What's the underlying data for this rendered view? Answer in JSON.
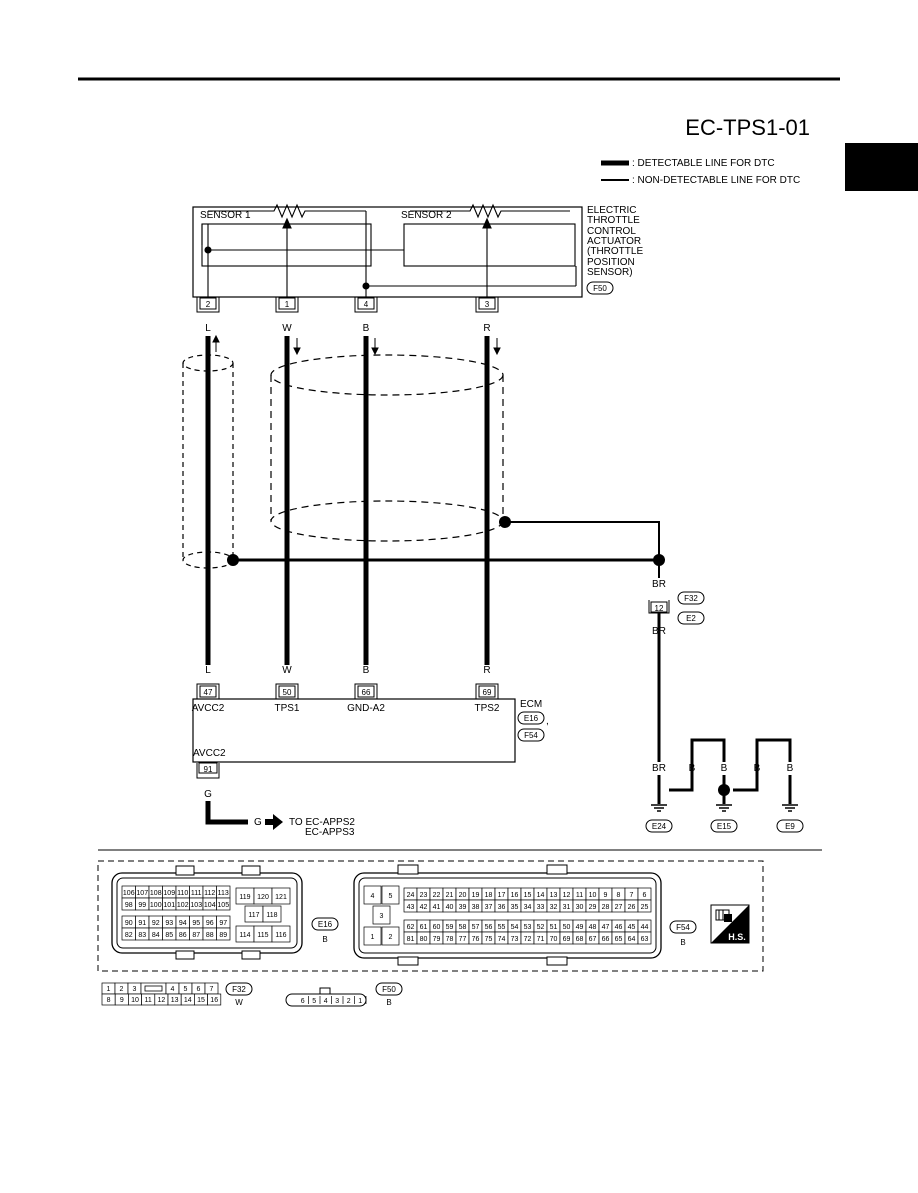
{
  "page": {
    "diagram_id": "EC-TPS1-01"
  },
  "legend": {
    "detectable": ": DETECTABLE LINE FOR DTC",
    "non_detectable": ": NON-DETECTABLE LINE FOR DTC"
  },
  "actuator": {
    "sensor1": "SENSOR 1",
    "sensor2": "SENSOR 2",
    "title_lines": [
      "ELECTRIC",
      "THROTTLE",
      "CONTROL",
      "ACTUATOR",
      "(THROTTLE",
      "POSITION",
      "SENSOR)"
    ],
    "connector": "F50",
    "pins": [
      "2",
      "1",
      "4",
      "3"
    ],
    "pin_colors": [
      "L",
      "W",
      "B",
      "R"
    ]
  },
  "ecm": {
    "title": "ECM",
    "connectors": [
      "E16",
      ",",
      "F54"
    ],
    "pins": [
      "47",
      "50",
      "66",
      "69"
    ],
    "pin_colors": [
      "L",
      "W",
      "B",
      "R"
    ],
    "terminals": [
      "AVCC2",
      "TPS1",
      "GND-A2",
      "TPS2"
    ],
    "lower_terminal": "AVCC2",
    "lower_pin": "91",
    "lower_color": "G",
    "to_color": "G",
    "to_refs": [
      "TO EC-APPS2",
      "EC-APPS3"
    ]
  },
  "joint": {
    "color_top": "BR",
    "pin": "12",
    "connectors": [
      "F32",
      "E2"
    ],
    "color_bottom": "BR"
  },
  "grounds": {
    "colors": [
      "BR",
      "B",
      "B",
      "B",
      "B"
    ],
    "labels": [
      "E24",
      "E15",
      "E9"
    ]
  },
  "connector_views": {
    "e16": {
      "label": "E16",
      "color": "B",
      "rows": [
        [
          "106",
          "107",
          "108",
          "109",
          "110",
          "111",
          "112",
          "113"
        ],
        [
          "98",
          "99",
          "100",
          "101",
          "102",
          "103",
          "104",
          "105"
        ],
        [
          "90",
          "91",
          "92",
          "93",
          "94",
          "95",
          "96",
          "97"
        ],
        [
          "82",
          "83",
          "84",
          "85",
          "86",
          "87",
          "88",
          "89"
        ]
      ],
      "right_top": [
        "119",
        "120",
        "121"
      ],
      "right_mid": [
        "117",
        "118"
      ],
      "right_bottom": [
        "114",
        "115",
        "116"
      ]
    },
    "f54": {
      "label": "F54",
      "color": "B",
      "left_pins": [
        "4",
        "5",
        "3",
        "1",
        "2"
      ],
      "rows": [
        [
          "24",
          "23",
          "22",
          "21",
          "20",
          "19",
          "18",
          "17",
          "16",
          "15",
          "14",
          "13",
          "12",
          "11",
          "10",
          "9",
          "8",
          "7",
          "6"
        ],
        [
          "43",
          "42",
          "41",
          "40",
          "39",
          "38",
          "37",
          "36",
          "35",
          "34",
          "33",
          "32",
          "31",
          "30",
          "29",
          "28",
          "27",
          "26",
          "25"
        ],
        [
          "62",
          "61",
          "60",
          "59",
          "58",
          "57",
          "56",
          "55",
          "54",
          "53",
          "52",
          "51",
          "50",
          "49",
          "48",
          "47",
          "46",
          "45",
          "44"
        ],
        [
          "81",
          "80",
          "79",
          "78",
          "77",
          "76",
          "75",
          "74",
          "73",
          "72",
          "71",
          "70",
          "69",
          "68",
          "67",
          "66",
          "65",
          "64",
          "63"
        ]
      ]
    },
    "f32": {
      "label": "F32",
      "color": "W",
      "row1": [
        "1",
        "2",
        "3",
        "",
        "4",
        "5",
        "6",
        "7"
      ],
      "row2": [
        "8",
        "9",
        "10",
        "11",
        "12",
        "13",
        "14",
        "15",
        "16"
      ]
    },
    "f50": {
      "label": "F50",
      "color": "B",
      "pins": [
        "6",
        "5",
        "4",
        "3",
        "2",
        "1"
      ]
    },
    "hs_badge": "H.S."
  }
}
